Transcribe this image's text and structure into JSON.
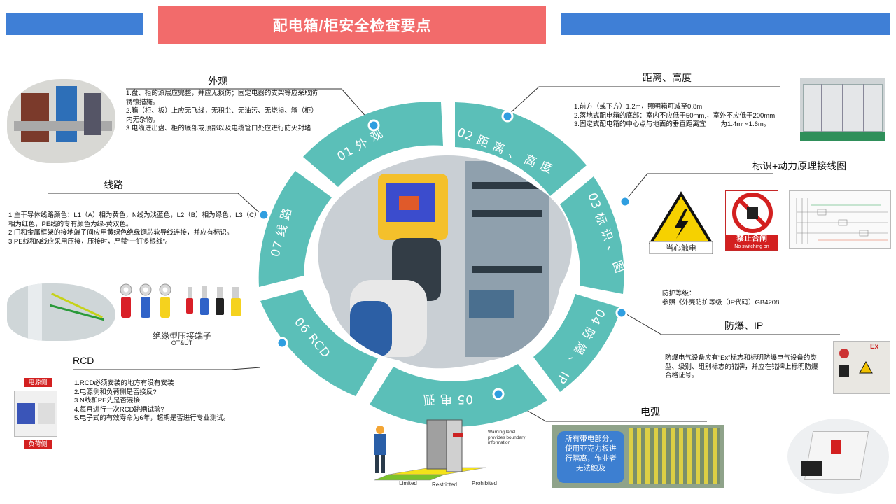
{
  "header": {
    "title": "配电箱/柜安全检查要点"
  },
  "ring": {
    "segments": [
      {
        "label": "01 外 观"
      },
      {
        "label": "02 距 离 、 高 度"
      },
      {
        "label": "03 标 识 、 图"
      },
      {
        "label": "04 防 爆 、 IP"
      },
      {
        "label": "05 电 弧"
      },
      {
        "label": "06 RCD"
      },
      {
        "label": "07 线 路"
      }
    ],
    "color": "#5bbfb8",
    "dot_color": "#2f9ee0"
  },
  "sections": {
    "appearance": {
      "title": "外观",
      "lines": [
        "1.盘、柜的漆层应完整，并应无损伤；固定电器的支架等应采取防锈蚀措施。",
        "2.箱（柜、板）上应无飞线，无积尘、无油污、无烧损、箱（柜）内无杂物。",
        "3.电缆进出盘、柜的底部或顶部以及电缆管口处应进行防火封堵"
      ]
    },
    "distance": {
      "title": "距离、高度",
      "lines": [
        "1.前方（或下方）1.2m，照明箱可减至0.8m",
        "2.落地式配电箱的底部：室内不应低于50mm,，室外不应低于200mm",
        "3.固定式配电箱的中心点与地面的垂直距离宜        为1.4m～1.6m。"
      ]
    },
    "marking": {
      "title": "标识+动力原理接线图",
      "warn_caption": "当心触电",
      "ban_caption": "禁止合闸",
      "ban_caption_en": "No switching on"
    },
    "protection": {
      "lines": [
        "防护等级：",
        "参照《外壳防护等级（IP代码）GB4208"
      ]
    },
    "explosion": {
      "title": "防爆、IP",
      "lines": [
        "防爆电气设备应有“Ex”标志和标明防爆电气设备的类型、级别、组别标志的铭牌，并应在铭牌上标明防爆合格证号。"
      ],
      "ex_label": "Ex"
    },
    "arc": {
      "title": "电弧",
      "note": "所有带电部分，使用亚克力板进行隔离，作业者无法触及",
      "zone_labels": [
        "Limited",
        "Restricted",
        "Prohibited"
      ],
      "warning_label": "Warning label provides boundary information"
    },
    "rcd": {
      "title": "RCD",
      "lines": [
        "1.RCD必须安装的地方有没有安装",
        "2.电源侧和负荷侧是否接反?",
        "3.N线和PE先是否混接",
        "4.每月进行一次RCD跳闸试验?",
        "5.电子式的有效寿命为6年，超期是否进行专业测试。"
      ],
      "source_tag": "电源侧",
      "load_tag": "负荷侧"
    },
    "wiring": {
      "title": "线路",
      "lines": [
        "1.主干导体线路颜色：L1（A）相为黄色，N线为淡蓝色，L2（B）相为绿色，L3（C）相为红色，PE线的专有颜色为绿-黄双色。",
        "2.门和金属框架的接地端子间应用黄绿色绝缘铜芯软导线连接，并应有标识。",
        "3.PE线和N线应采用压接，压接时，严禁“一钉多根线”。"
      ],
      "terminal_caption": "绝缘型压接端子",
      "terminal_caption_en": "OT&UT"
    }
  }
}
